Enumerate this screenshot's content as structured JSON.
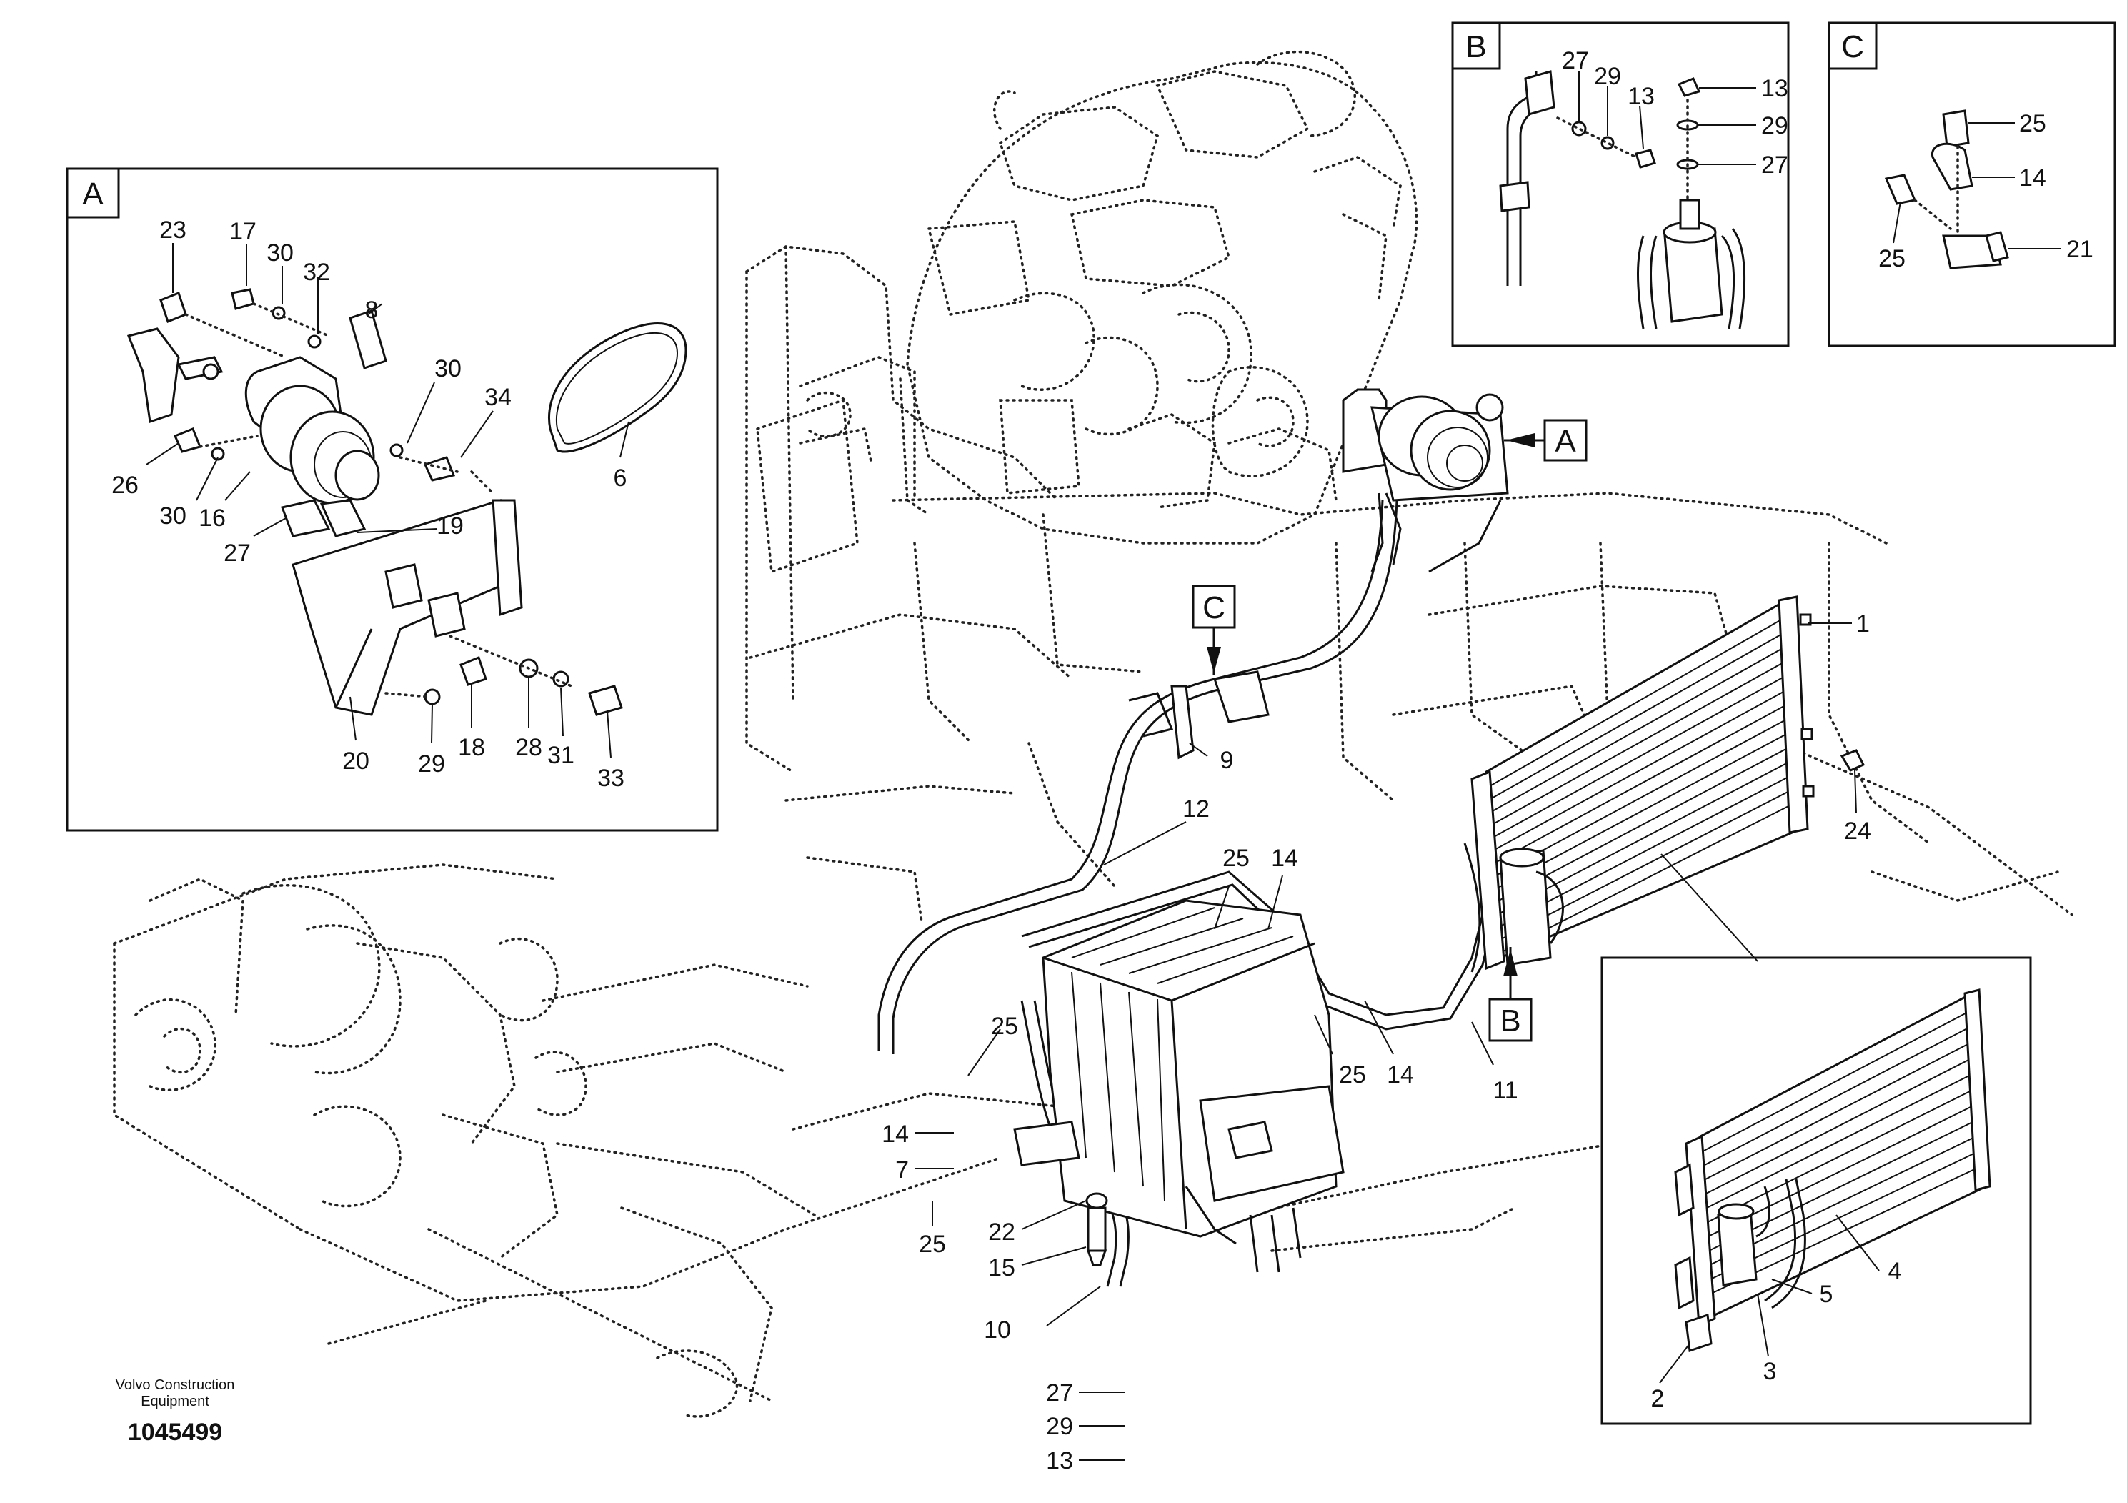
{
  "detail_boxes": {
    "A": "A",
    "B": "B",
    "C": "C"
  },
  "callouts": {
    "main_A": "A",
    "main_B": "B",
    "main_C": "C"
  },
  "labels": {
    "detail_A": [
      "23",
      "17",
      "30",
      "32",
      "8",
      "30",
      "34",
      "6",
      "26",
      "30",
      "16",
      "27",
      "19",
      "20",
      "29",
      "18",
      "28",
      "31",
      "33"
    ],
    "detail_B": [
      "27",
      "29",
      "13",
      "13",
      "29",
      "27"
    ],
    "detail_C": [
      "25",
      "14",
      "25",
      "21"
    ],
    "main": [
      "1",
      "24",
      "9",
      "12",
      "25",
      "14",
      "25",
      "25",
      "14",
      "11",
      "14",
      "7",
      "25",
      "22",
      "15",
      "10",
      "27",
      "29",
      "13"
    ],
    "inset": [
      "4",
      "5",
      "3",
      "2"
    ]
  },
  "footer": {
    "credit_line1": "Volvo Construction",
    "credit_line2": "Equipment",
    "doc_number": "1045499"
  }
}
